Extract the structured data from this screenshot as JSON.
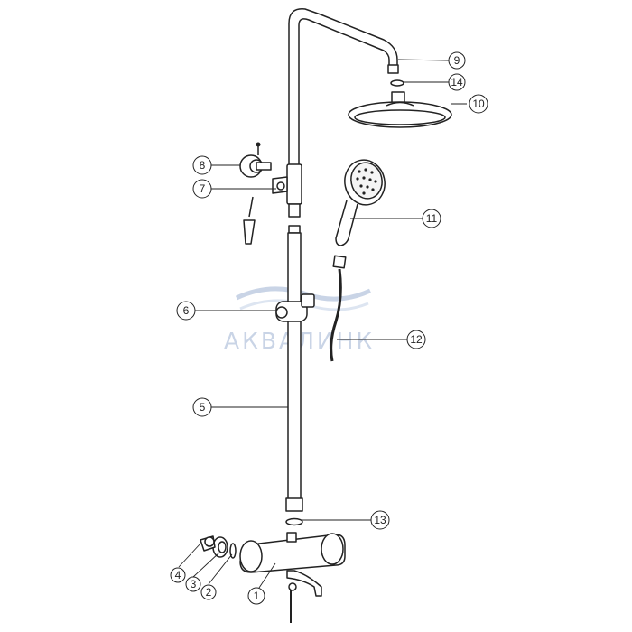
{
  "watermark": {
    "text": "АКВАЛИНК",
    "color": "#c9d4e6"
  },
  "colors": {
    "line": "#222222",
    "fill_light": "#ffffff",
    "fill_gray": "#e9e9e9",
    "watermark": "#c9d4e6"
  },
  "callouts": [
    {
      "id": "1",
      "label": "1"
    },
    {
      "id": "2",
      "label": "2"
    },
    {
      "id": "3",
      "label": "3"
    },
    {
      "id": "4",
      "label": "4"
    },
    {
      "id": "5",
      "label": "5"
    },
    {
      "id": "6",
      "label": "6"
    },
    {
      "id": "7",
      "label": "7"
    },
    {
      "id": "8",
      "label": "8"
    },
    {
      "id": "9",
      "label": "9"
    },
    {
      "id": "10",
      "label": "10"
    },
    {
      "id": "11",
      "label": "11"
    },
    {
      "id": "12",
      "label": "12"
    },
    {
      "id": "13",
      "label": "13"
    },
    {
      "id": "14",
      "label": "14"
    }
  ]
}
